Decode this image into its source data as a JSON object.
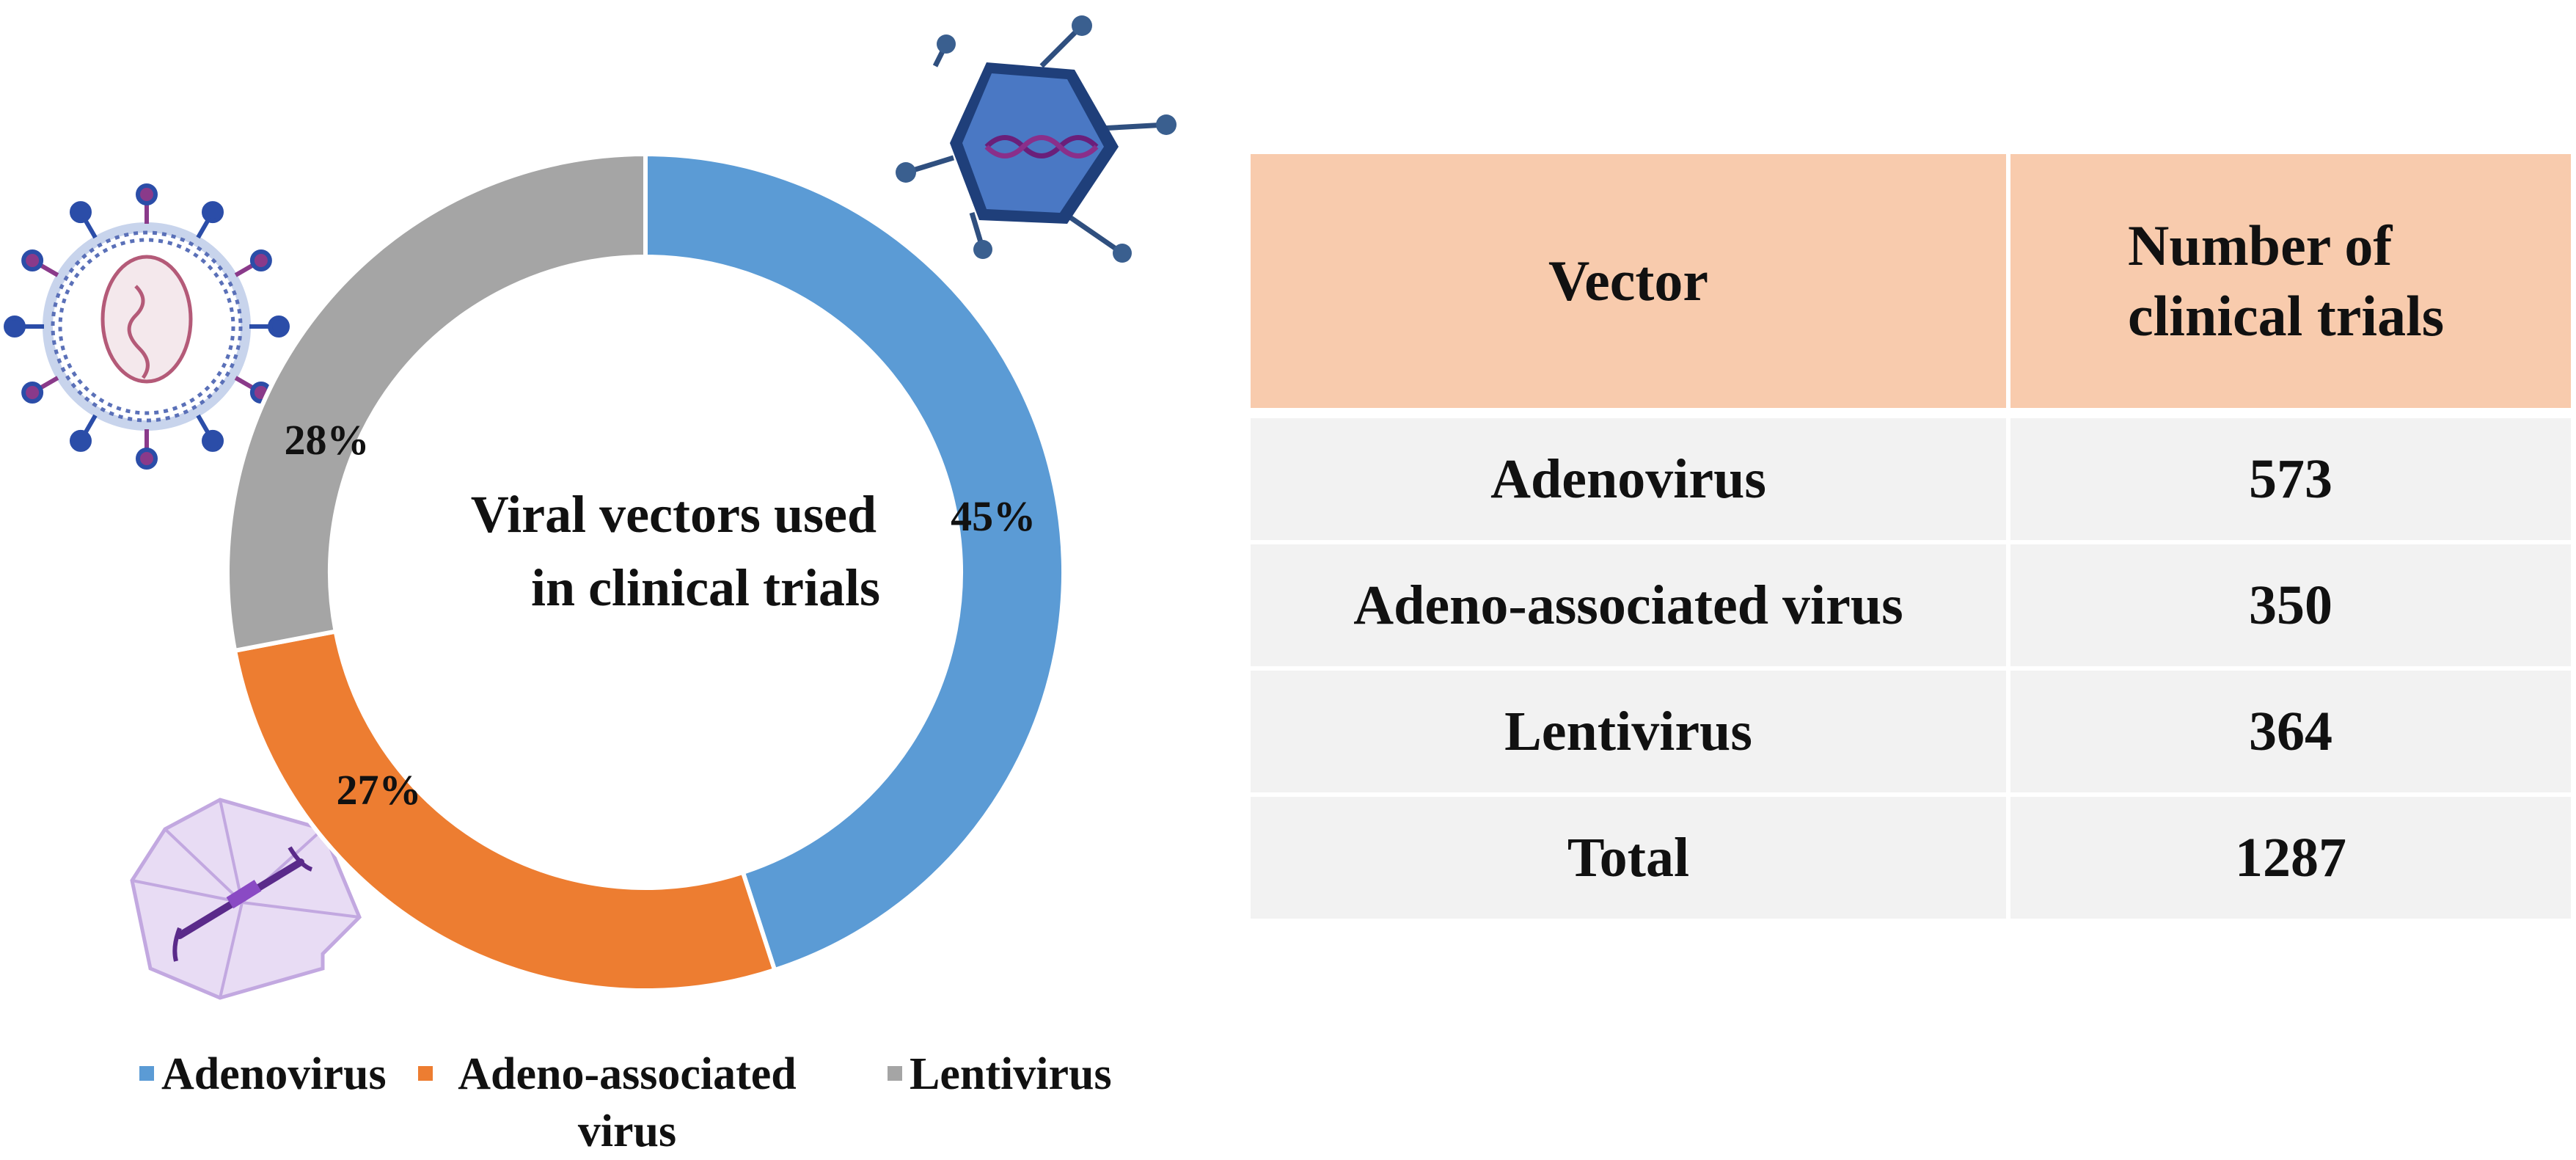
{
  "chart_data": {
    "type": "pie",
    "variant": "donut",
    "center_text": [
      "Viral vectors used",
      "in clinical trials"
    ],
    "slices": [
      {
        "name": "Adenovirus",
        "value": 45,
        "label": "45%",
        "color": "#5b9bd5"
      },
      {
        "name": "Adeno-associated virus",
        "value": 27,
        "label": "27%",
        "color": "#ed7d31"
      },
      {
        "name": "Lentivirus",
        "value": 28,
        "label": "28%",
        "color": "#a5a5a5"
      }
    ],
    "legend": [
      {
        "label": "Adenovirus",
        "color": "#5b9bd5"
      },
      {
        "label": "Adeno-associated virus",
        "color": "#ed7d31"
      },
      {
        "label": "Lentivirus",
        "color": "#a5a5a5"
      }
    ],
    "legend_position": "bottom"
  },
  "table": {
    "headers": [
      "Vector",
      "Number of clinical trials"
    ],
    "rows": [
      [
        "Adenovirus",
        "573"
      ],
      [
        "Adeno-associated virus",
        "350"
      ],
      [
        "Lentivirus",
        "364"
      ],
      [
        "Total",
        "1287"
      ]
    ],
    "header_color": "#f8cbad",
    "row_color": "#f2f2f2"
  },
  "illustrations": [
    "enveloped-virus-icon",
    "adenovirus-dna-icon",
    "aav-capsid-icon"
  ]
}
